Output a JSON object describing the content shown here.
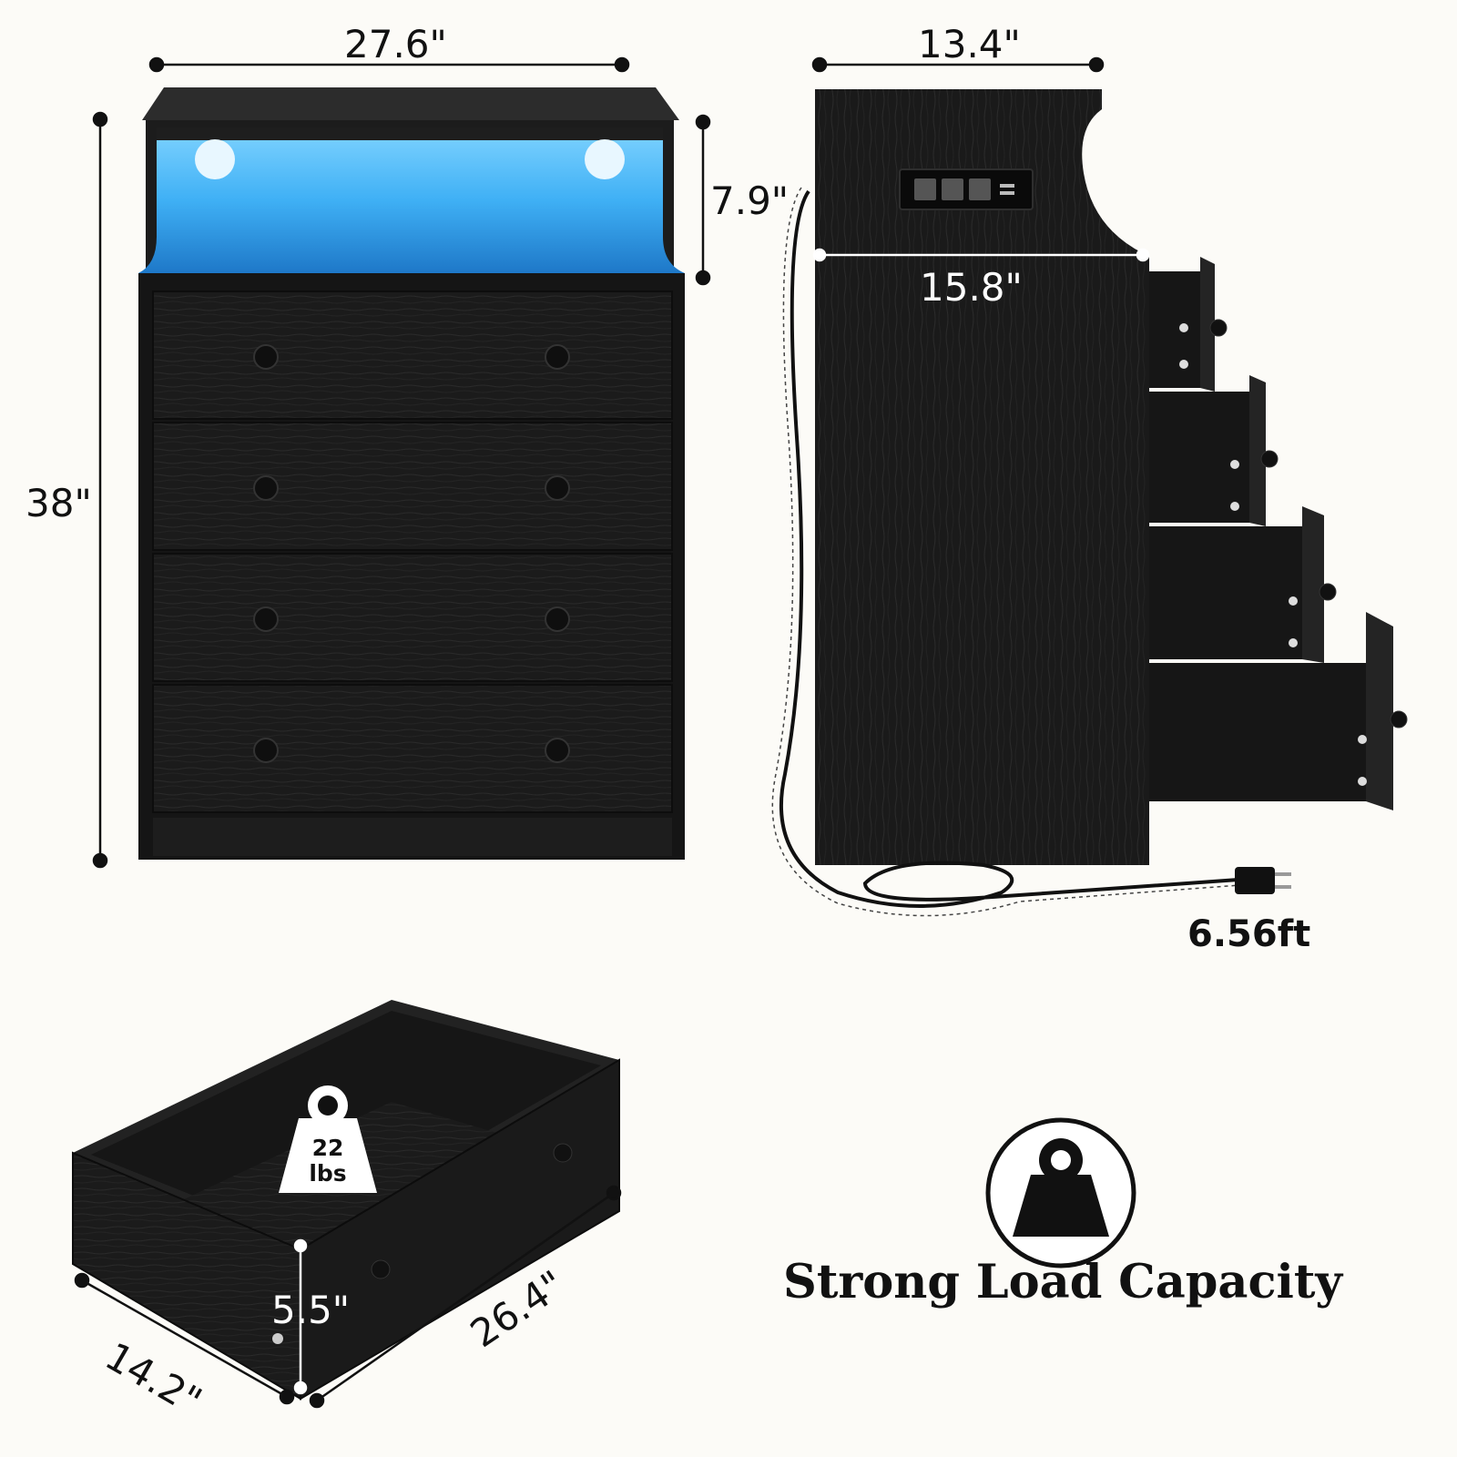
{
  "front_view": {
    "width_label": "27.6\"",
    "height_label": "38\"",
    "shelf_height_label": "7.9\""
  },
  "side_view": {
    "depth_top_label": "13.4\"",
    "depth_body_label": "15.8\"",
    "cord_length_label": "6.56ft"
  },
  "drawer_view": {
    "weight_value": "22",
    "weight_unit": "lbs",
    "height_label": "5.5\"",
    "width_label": "14.2\"",
    "length_label": "26.4\""
  },
  "capacity": {
    "title": "Strong Load Capacity"
  },
  "colors": {
    "background": "#fcfbf7",
    "cabinet": "#1a1a1a",
    "led_glow": "#3fb6ff"
  }
}
